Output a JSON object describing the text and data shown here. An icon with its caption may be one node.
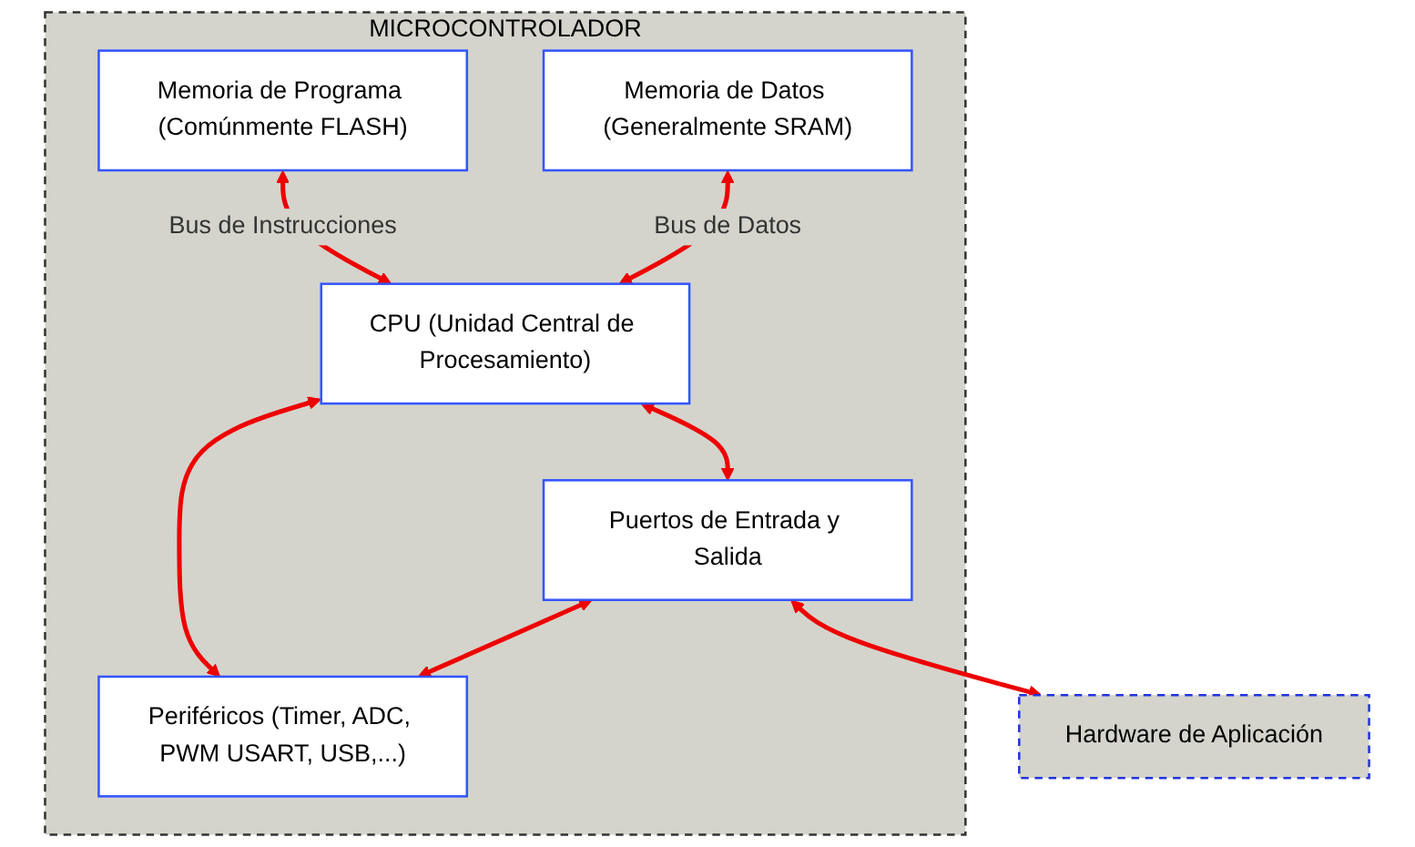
{
  "diagram": {
    "nodes": [
      {
        "text": [
          "MICROCONTROLADOR"
        ]
      },
      {
        "text": [
          "Memoria de Programa (Comúnmente FLASH)"
        ],
        "in": 0
      },
      {
        "text": [
          "Memoria de Datos (Generalmente SRAM)"
        ],
        "in": 0
      },
      {
        "text": [
          "CPU (Unidad Central de Procesamiento)"
        ],
        "in": 0
      },
      {
        "text": [
          "Puertos de Entrada y Salida"
        ],
        "in": 0
      },
      {
        "text": [
          "Periféricos (Timer, ADC, PWM USART, USB,...)"
        ],
        "in": 0
      },
      {
        "text": [
          "Hardware de Aplicación"
        ]
      }
    ],
    "edges": [
      {
        "from": 1,
        "to": 3,
        "arrow": "both",
        "label": "Bus de Instrucciones"
      },
      {
        "from": 2,
        "to": 3,
        "arrow": "both",
        "label": "Bus de Datos"
      },
      {
        "from": 3,
        "to": 4,
        "arrow": "both"
      },
      {
        "from": 3,
        "to": 5,
        "arrow": "both"
      },
      {
        "from": 4,
        "to": 5,
        "arrow": "both"
      },
      {
        "from": 4,
        "to": 6,
        "arrow": "both"
      }
    ]
  }
}
